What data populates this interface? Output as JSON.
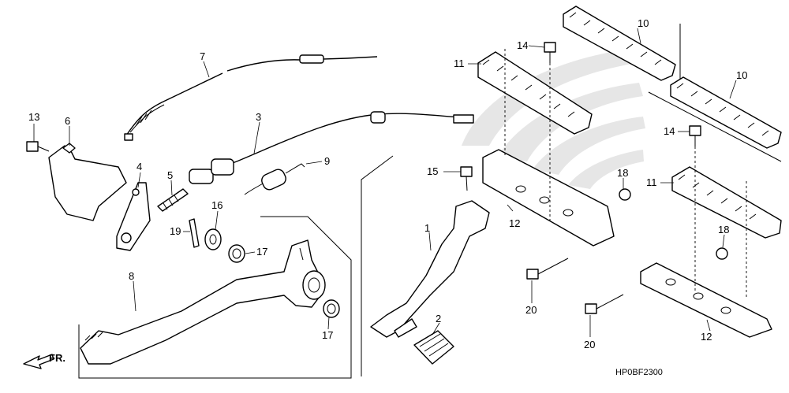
{
  "diagram_code": "HP0BF2300",
  "direction_label": "FR.",
  "callouts": [
    {
      "id": "c1",
      "num": "1"
    },
    {
      "id": "c2",
      "num": "2"
    },
    {
      "id": "c3",
      "num": "3"
    },
    {
      "id": "c4",
      "num": "4"
    },
    {
      "id": "c5",
      "num": "5"
    },
    {
      "id": "c6",
      "num": "6"
    },
    {
      "id": "c7",
      "num": "7"
    },
    {
      "id": "c8",
      "num": "8"
    },
    {
      "id": "c9",
      "num": "9"
    },
    {
      "id": "c10a",
      "num": "10"
    },
    {
      "id": "c10b",
      "num": "10"
    },
    {
      "id": "c11a",
      "num": "11"
    },
    {
      "id": "c11b",
      "num": "11"
    },
    {
      "id": "c12a",
      "num": "12"
    },
    {
      "id": "c12b",
      "num": "12"
    },
    {
      "id": "c13",
      "num": "13"
    },
    {
      "id": "c14a",
      "num": "14"
    },
    {
      "id": "c14b",
      "num": "14"
    },
    {
      "id": "c15",
      "num": "15"
    },
    {
      "id": "c16",
      "num": "16"
    },
    {
      "id": "c17a",
      "num": "17"
    },
    {
      "id": "c17b",
      "num": "17"
    },
    {
      "id": "c18a",
      "num": "18"
    },
    {
      "id": "c18b",
      "num": "18"
    },
    {
      "id": "c19",
      "num": "19"
    },
    {
      "id": "c20a",
      "num": "20"
    },
    {
      "id": "c20b",
      "num": "20"
    }
  ]
}
